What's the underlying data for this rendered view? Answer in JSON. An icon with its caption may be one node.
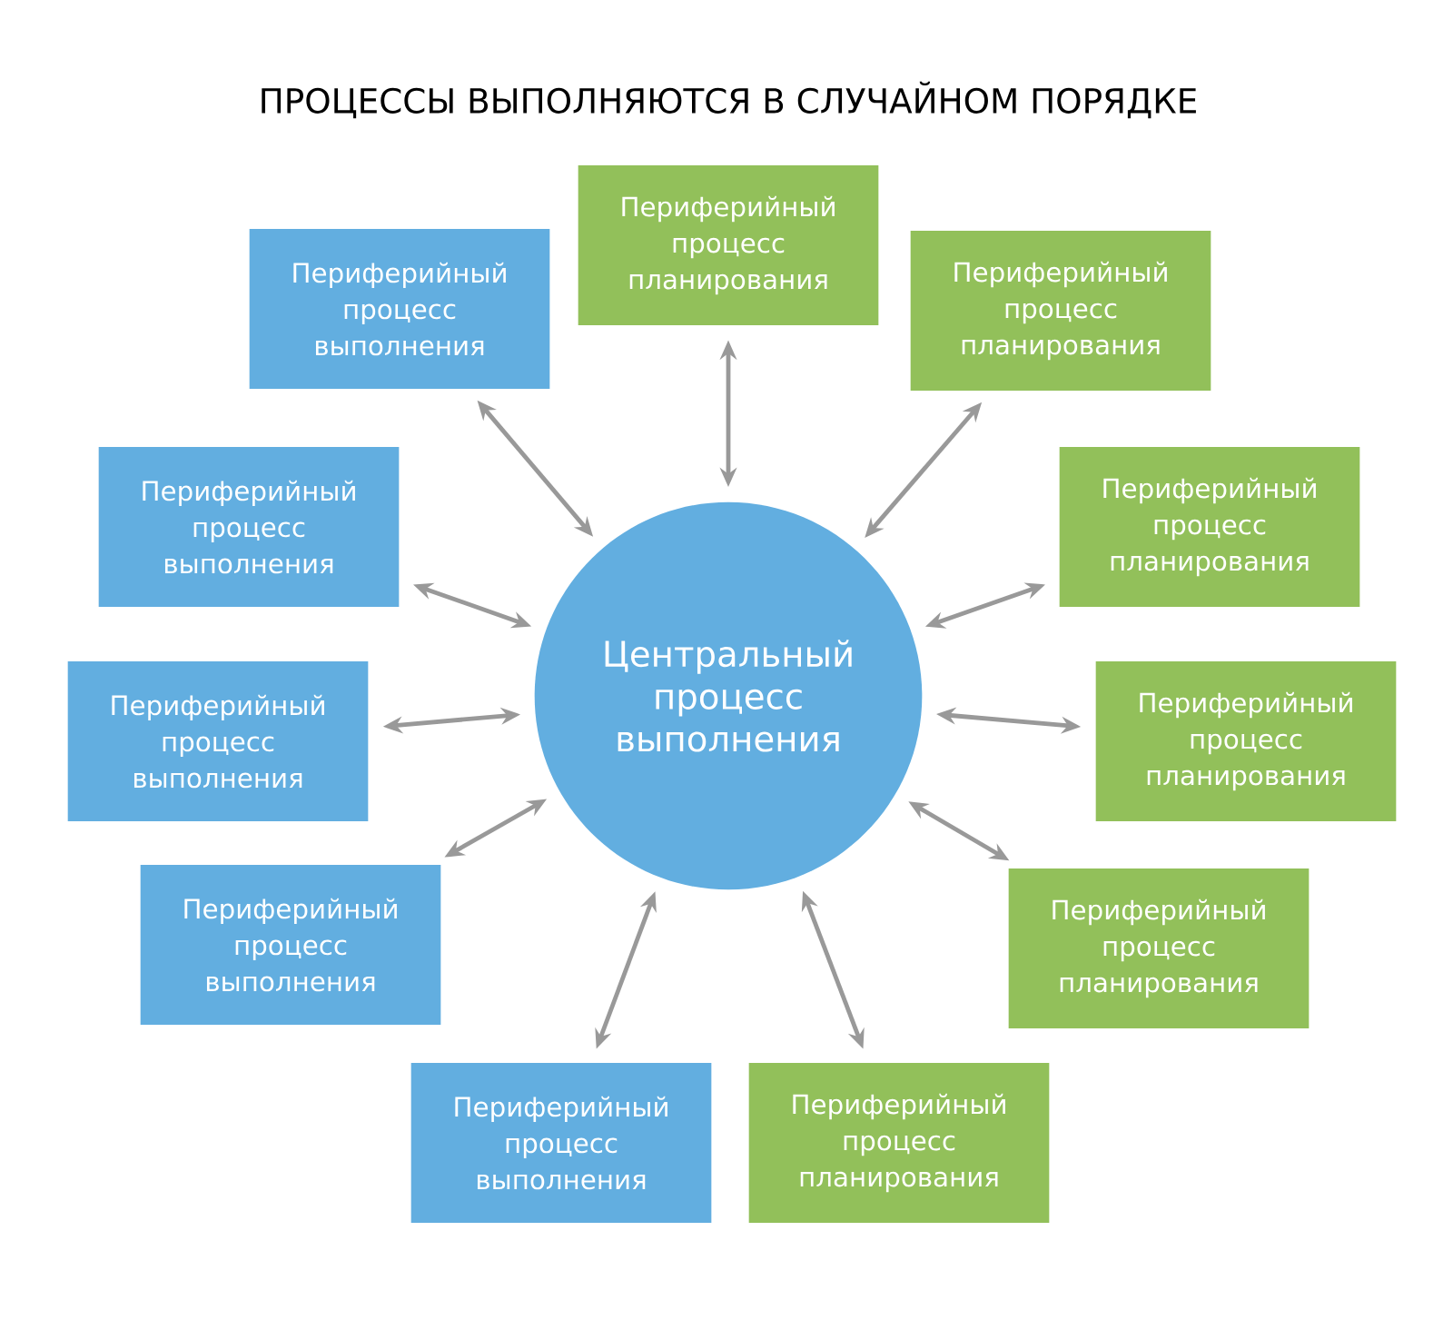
{
  "diagram": {
    "title": "ПРОЦЕССЫ ВЫПОЛНЯЮТСЯ В СЛУЧАЙНОМ ПОРЯДКЕ",
    "nodes": [
      {
        "text": [
          "Центральный процесс выполнения"
        ]
      },
      {
        "text": [
          "Периферийный процесс планирования"
        ]
      },
      {
        "text": [
          "Периферийный процесс выполнения"
        ]
      },
      {
        "text": [
          "Периферийный процесс планирования"
        ]
      },
      {
        "text": [
          "Периферийный процесс выполнения"
        ]
      },
      {
        "text": [
          "Периферийный процесс планирования"
        ]
      },
      {
        "text": [
          "Периферийный процесс выполнения"
        ]
      },
      {
        "text": [
          "Периферийный процесс планирования"
        ]
      },
      {
        "text": [
          "Периферийный процесс выполнения"
        ]
      },
      {
        "text": [
          "Периферийный процесс планирования"
        ]
      },
      {
        "text": [
          "Периферийный процесс выполнения"
        ]
      },
      {
        "text": [
          "Периферийный процесс планирования"
        ]
      }
    ],
    "edges": [
      {
        "from": 0,
        "to": 1,
        "arrow": "both"
      },
      {
        "from": 0,
        "to": 2,
        "arrow": "both"
      },
      {
        "from": 0,
        "to": 3,
        "arrow": "both"
      },
      {
        "from": 0,
        "to": 4,
        "arrow": "both"
      },
      {
        "from": 0,
        "to": 5,
        "arrow": "both"
      },
      {
        "from": 0,
        "to": 6,
        "arrow": "both"
      },
      {
        "from": 0,
        "to": 7,
        "arrow": "both"
      },
      {
        "from": 0,
        "to": 8,
        "arrow": "both"
      },
      {
        "from": 0,
        "to": 9,
        "arrow": "both"
      },
      {
        "from": 0,
        "to": 10,
        "arrow": "both"
      },
      {
        "from": 0,
        "to": 11,
        "arrow": "both"
      }
    ]
  }
}
